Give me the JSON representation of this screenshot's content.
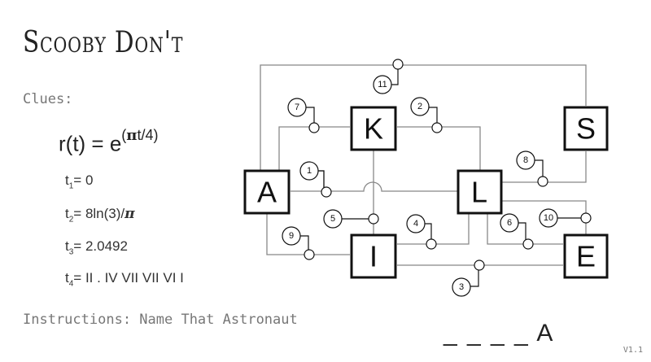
{
  "title": "Scooby Don't",
  "clues_label": "Clues:",
  "formula": {
    "lhs": "r(t) = e",
    "exp_open": "(",
    "exp_pi": "π",
    "exp_rest": "t/4)"
  },
  "clues": [
    {
      "var": "t",
      "sub": "1",
      "eq": "= 0"
    },
    {
      "var": "t",
      "sub": "2",
      "eq": "= 8ln(3)/",
      "pi": "π"
    },
    {
      "var": "t",
      "sub": "3",
      "eq": "= 2.0492"
    },
    {
      "var": "t",
      "sub": "4",
      "eq": "= II . IV VII VII VI I"
    }
  ],
  "instructions": "Instructions: Name That Astronaut",
  "answer": "_ _ _ _ A",
  "version": "V1.1",
  "boxes": [
    "K",
    "S",
    "A",
    "L",
    "I",
    "E"
  ],
  "switches": [
    "1",
    "2",
    "3",
    "4",
    "5",
    "6",
    "7",
    "8",
    "9",
    "10",
    "11"
  ]
}
